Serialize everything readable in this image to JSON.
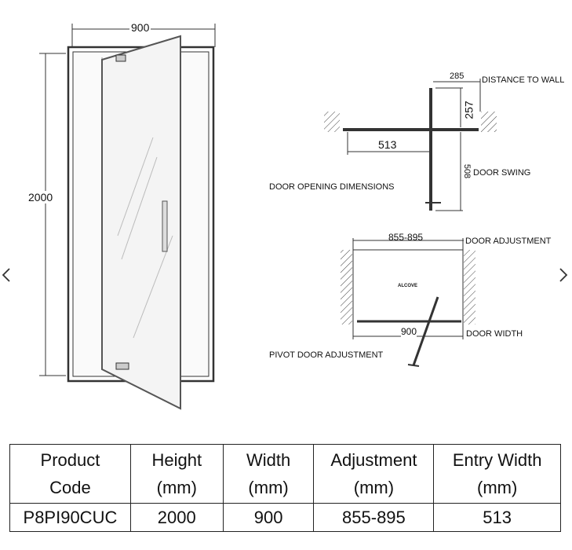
{
  "carousel": {
    "prev_icon": "chevron-left-icon",
    "next_icon": "chevron-right-icon"
  },
  "front_view": {
    "width_label": "900",
    "height_label": "2000"
  },
  "door_opening": {
    "title": "DOOR OPENING DIMENSIONS",
    "distance_value": "285",
    "distance_label": "DISTANCE TO WALL",
    "depth_value": "257",
    "entry_value": "513",
    "swing_value": "508",
    "swing_label": "DOOR SWING"
  },
  "pivot_adjustment": {
    "title": "PIVOT DOOR ADJUSTMENT",
    "adjust_value": "855-895",
    "adjust_label": "DOOR ADJUSTMENT",
    "alcove_label": "ALCOVE",
    "width_value": "900",
    "width_label": "DOOR WIDTH"
  },
  "spec_table": {
    "headers": [
      [
        "Product",
        "Code"
      ],
      [
        "Height",
        "(mm)"
      ],
      [
        "Width",
        "(mm)"
      ],
      [
        "Adjustment",
        "(mm)"
      ],
      [
        "Entry Width",
        "(mm)"
      ]
    ],
    "row": [
      "P8PI90CUC",
      "2000",
      "900",
      "855-895",
      "513"
    ]
  }
}
